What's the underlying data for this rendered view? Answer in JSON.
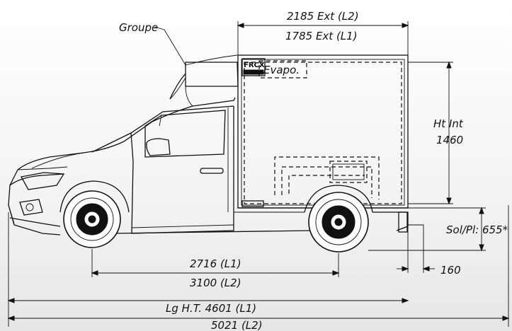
{
  "labels": {
    "groupe": "Groupe",
    "evapo": "Evapo.",
    "brand": "FRCX",
    "width_ext_l2": "2185 Ext (L2)",
    "width_ext_l1": "1785 Ext (L1)",
    "height_int_label": "Ht Int",
    "height_int_value": "1460",
    "floor_height": "Sol/Pl: 655*",
    "overhang": "160",
    "wheelbase_l1": "2716 (L1)",
    "wheelbase_l2": "3100 (L2)",
    "length_l1": "Lg H.T. 4601 (L1)",
    "length_l2": "5021 (L2)"
  }
}
